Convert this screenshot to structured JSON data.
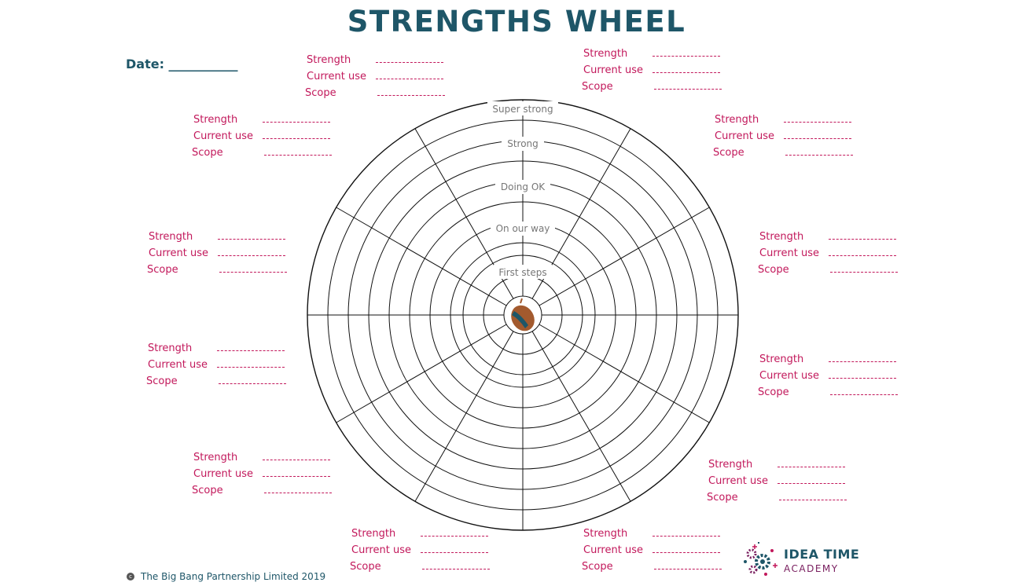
{
  "title": "STRENGTHS WHEEL",
  "date_label": "Date: ___________",
  "rings": [
    "Super strong",
    "Strong",
    "Doing OK",
    "On our way",
    "First steps"
  ],
  "entry_labels": {
    "strength": "Strength",
    "current_use": "Current use",
    "scope": "Scope"
  },
  "entries": [
    {
      "position": "top-left-upper"
    },
    {
      "position": "top-right-upper"
    },
    {
      "position": "upper-left"
    },
    {
      "position": "upper-right"
    },
    {
      "position": "middle-left-upper"
    },
    {
      "position": "middle-right-upper"
    },
    {
      "position": "middle-left-lower"
    },
    {
      "position": "middle-right-lower"
    },
    {
      "position": "lower-left"
    },
    {
      "position": "lower-right"
    },
    {
      "position": "bottom-left"
    },
    {
      "position": "bottom-right"
    }
  ],
  "footer": {
    "copyright_symbol": "c",
    "text": "The Big Bang Partnership Limited 2019"
  },
  "logo": {
    "line1": "IDEA TIME",
    "line2": "ACADEMY"
  },
  "colors": {
    "title": "#1e5668",
    "label": "#c2185b",
    "wheel": "#111111",
    "ring_text": "#777777",
    "acorn": "#a35a2e"
  }
}
